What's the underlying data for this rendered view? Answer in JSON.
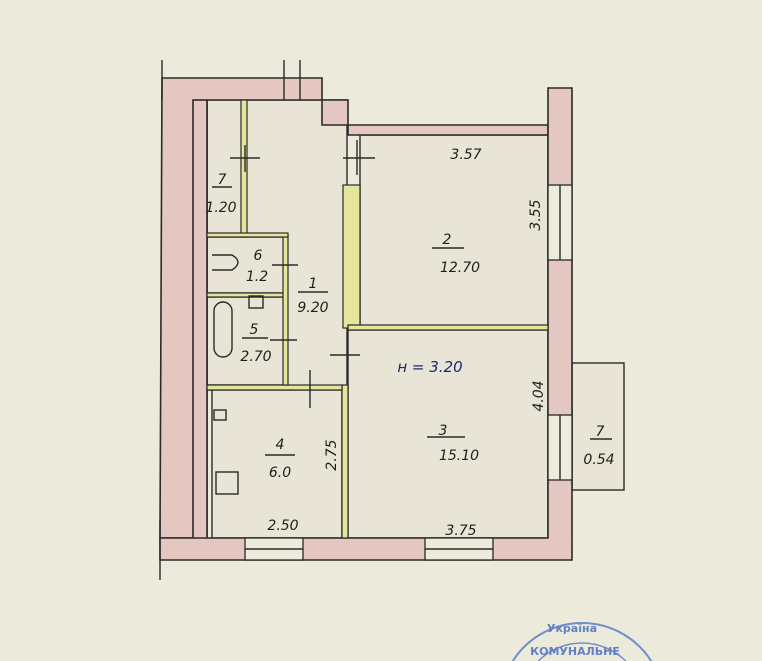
{
  "plan": {
    "ceiling_height": "н = 3.20",
    "rooms": [
      {
        "number": "1",
        "area": "9.20"
      },
      {
        "number": "2",
        "area": "12.70"
      },
      {
        "number": "3",
        "area": "15.10"
      },
      {
        "number": "4",
        "area": "6.0"
      },
      {
        "number": "5",
        "area": "2.70"
      },
      {
        "number": "6",
        "area": "1.2"
      },
      {
        "number": "7",
        "area": "1.20"
      },
      {
        "number": "7",
        "area": "0.54"
      }
    ],
    "dimensions": {
      "room2_width": "3.57",
      "room2_depth": "3.55",
      "room3_depth": "4.04",
      "room3_width": "3.75",
      "room4_depth": "2.75",
      "room4_width": "2.50"
    }
  },
  "stamp": {
    "line1": "Україна",
    "line2": "КОМУНАЛЬНЕ"
  },
  "colors": {
    "paper": "#eceadb",
    "wall": "#e4c7c0",
    "partition": "#e6e69a",
    "stamp": "#4a6fc0"
  }
}
